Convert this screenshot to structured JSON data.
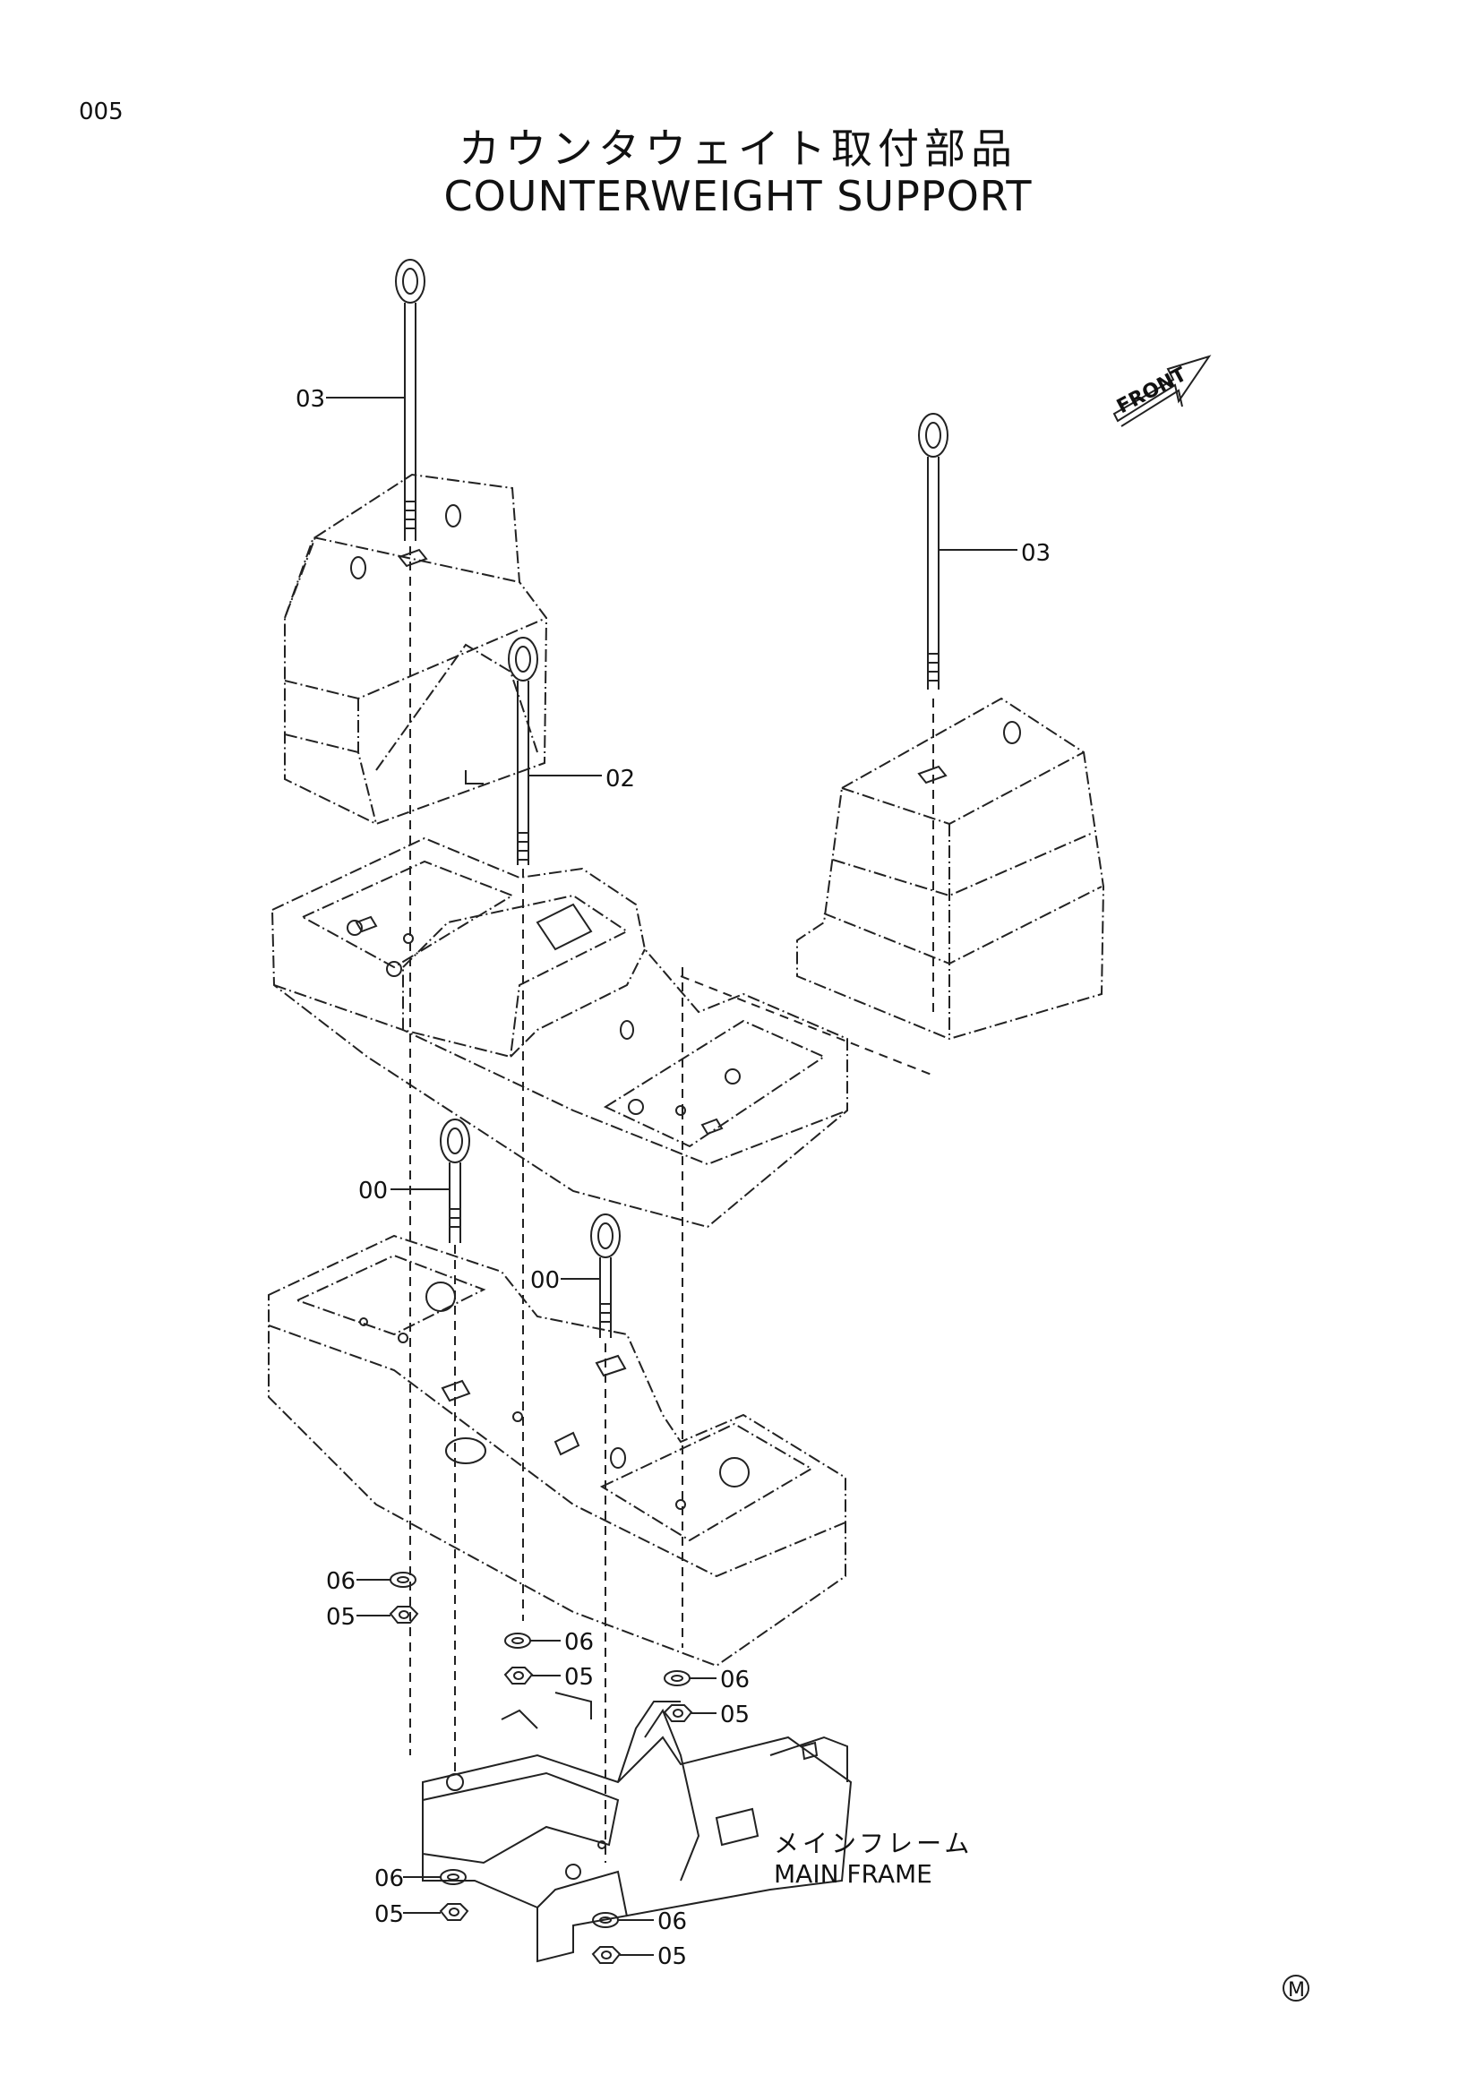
{
  "page_number": "005",
  "title": {
    "japanese": "カウンタウェイト取付部品",
    "english": "COUNTERWEIGHT  SUPPORT"
  },
  "front_label": "FRONT",
  "main_frame": {
    "japanese": "メインフレーム",
    "english": "MAIN  FRAME"
  },
  "callouts": [
    {
      "id": "03",
      "part": "eye-bolt-left-03"
    },
    {
      "id": "03",
      "part": "eye-bolt-right-03"
    },
    {
      "id": "02",
      "part": "eye-bolt-center-02"
    },
    {
      "id": "00",
      "part": "eye-bolt-lower-left-00"
    },
    {
      "id": "00",
      "part": "eye-bolt-lower-center-00"
    },
    {
      "id": "06",
      "part": "washer-left-06"
    },
    {
      "id": "05",
      "part": "nut-left-05"
    },
    {
      "id": "06",
      "part": "washer-center-06"
    },
    {
      "id": "05",
      "part": "nut-center-05"
    },
    {
      "id": "06",
      "part": "washer-right-06"
    },
    {
      "id": "05",
      "part": "nut-right-05"
    },
    {
      "id": "06",
      "part": "washer-frame-left-06"
    },
    {
      "id": "05",
      "part": "nut-frame-left-05"
    },
    {
      "id": "06",
      "part": "washer-frame-right-06"
    },
    {
      "id": "05",
      "part": "nut-frame-right-05"
    }
  ],
  "mark": "M"
}
